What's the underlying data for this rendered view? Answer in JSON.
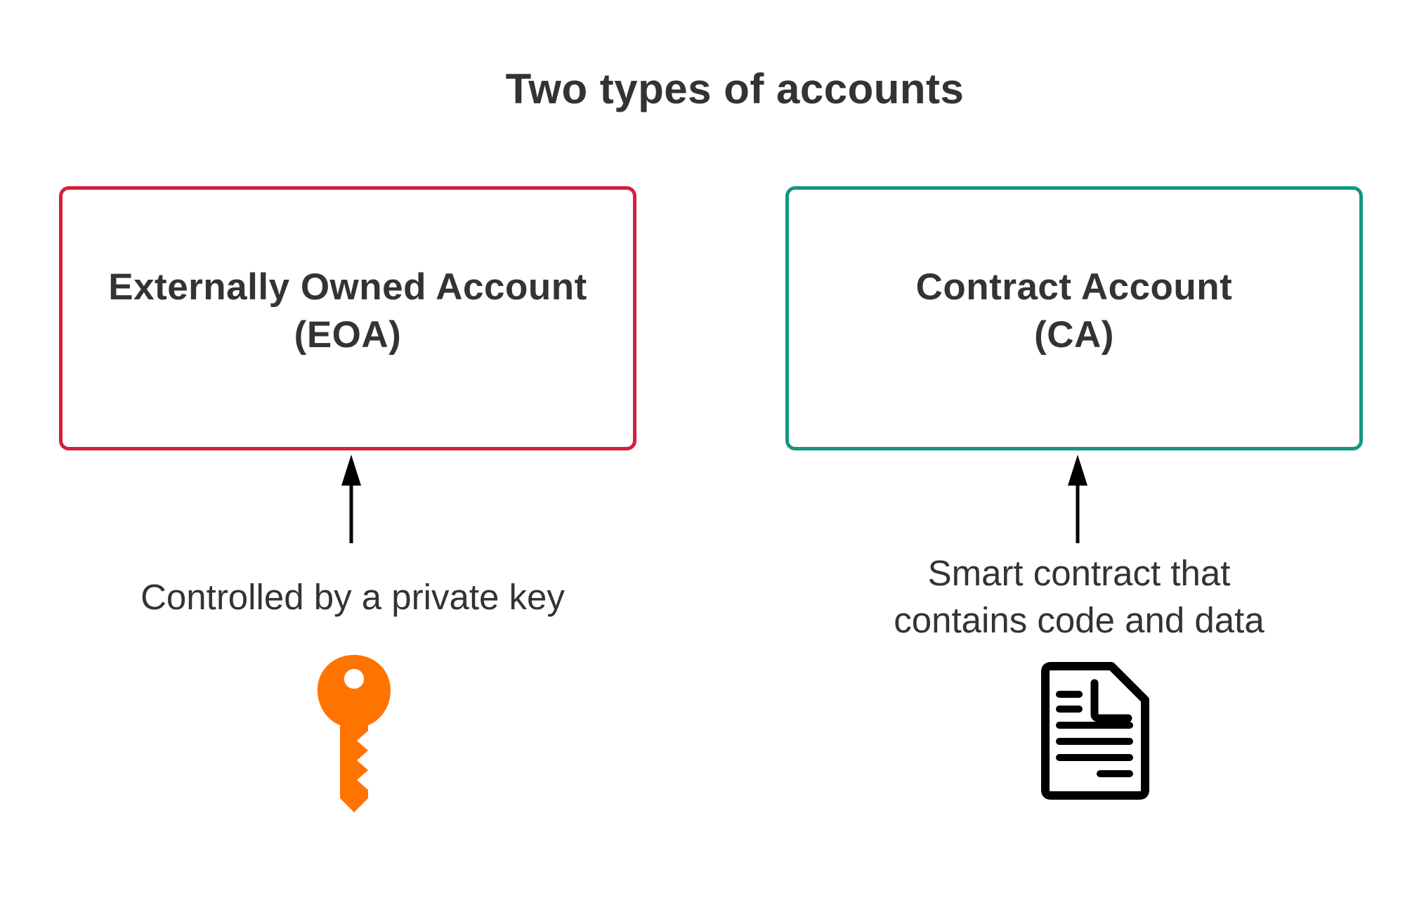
{
  "title": "Two types of accounts",
  "accounts": [
    {
      "name_line1": "Externally Owned Account",
      "name_line2": "(EOA)",
      "border_color": "#d51f3a",
      "description_lines": [
        "Controlled by a private key"
      ],
      "icon": "key-icon",
      "icon_color": "#ff7300"
    },
    {
      "name_line1": "Contract Account",
      "name_line2": "(CA)",
      "border_color": "#14977e",
      "description_lines": [
        "Smart contract that",
        "contains code and data"
      ],
      "icon": "document-icon",
      "icon_color": "#000000"
    }
  ]
}
